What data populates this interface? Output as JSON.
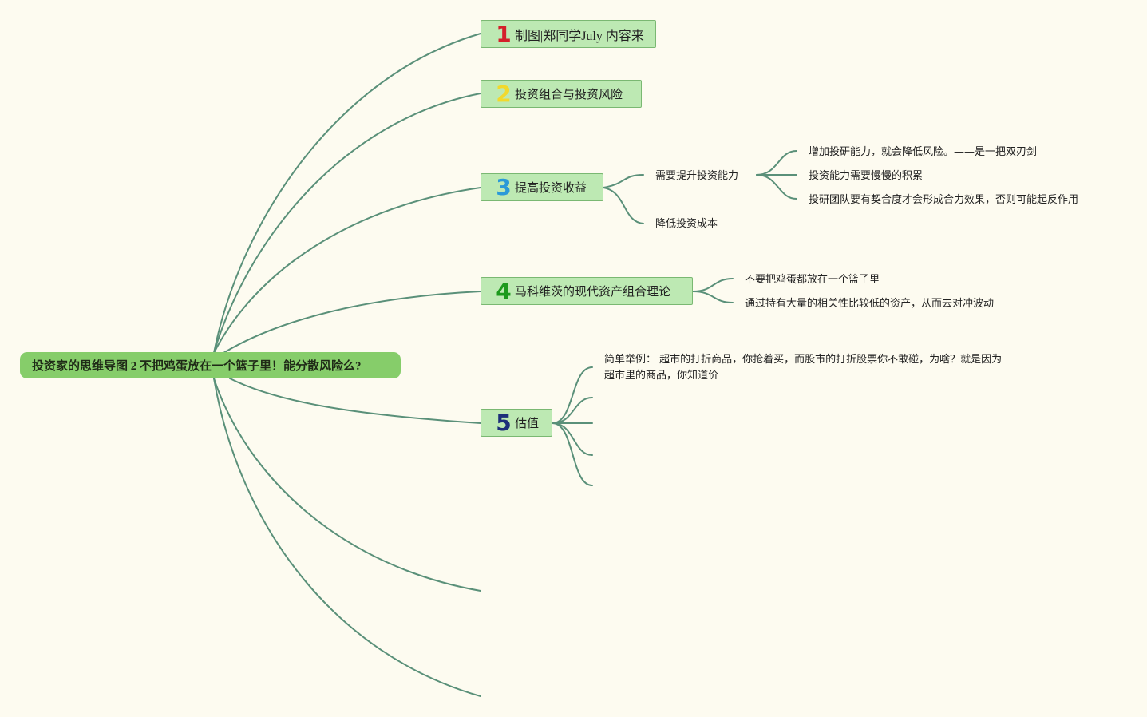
{
  "root": {
    "label": "投资家的思维导图 2 不把鸡蛋放在一个篮子里！能分散风险么?"
  },
  "branches": [
    {
      "number": "1",
      "number_color": "#d4202a",
      "label": "制图|郑同学July 内容来"
    },
    {
      "number": "2",
      "number_color": "#f2d92c",
      "label": "投资组合与投资风险"
    },
    {
      "number": "3",
      "number_color": "#2a9ad8",
      "label": "提高投资收益",
      "children": [
        {
          "label": "需要提升投资能力",
          "children": [
            {
              "label": "增加投研能力，就会降低风险。——是一把双刃剑"
            },
            {
              "label": "投资能力需要慢慢的积累"
            },
            {
              "label": "投研团队要有契合度才会形成合力效果，否则可能起反作用"
            }
          ]
        },
        {
          "label": "降低投资成本"
        }
      ]
    },
    {
      "number": "4",
      "number_color": "#1d9a1d",
      "label": "马科维茨的现代资产组合理论",
      "children": [
        {
          "label": "不要把鸡蛋都放在一个篮子里"
        },
        {
          "label": "通过持有大量的相关性比较低的资产，从而去对冲波动"
        }
      ]
    },
    {
      "number": "5",
      "number_color": "#1d2f7a",
      "label": "估值",
      "children": [
        {
          "label": "简单举例： 超市的打折商品，你抢着买，而股市的打折股票你不敢碰，为啥？就是因为超市里的商品，你知道价"
        }
      ]
    }
  ],
  "colors": {
    "background": "#fdfbf0",
    "root_fill": "#86cd6a",
    "branch_fill": "#bde9b3",
    "branch_border": "#7ab872",
    "connector": "#5a9079"
  }
}
